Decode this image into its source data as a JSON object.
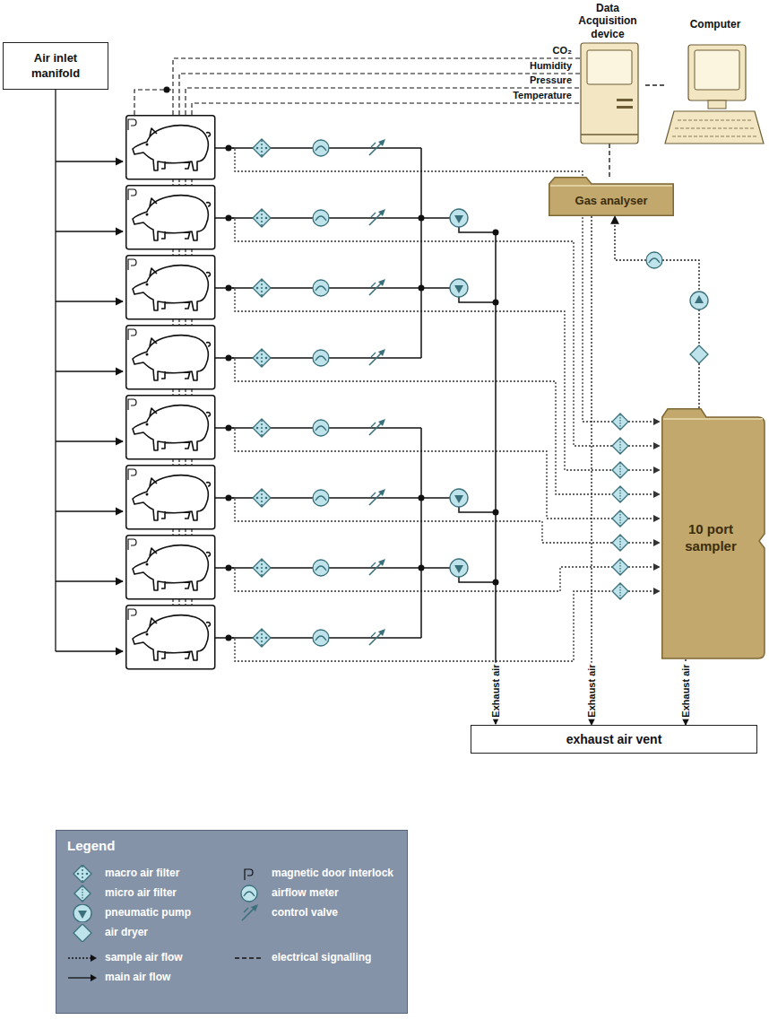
{
  "diagram": {
    "nodes": [
      {
        "text": [
          "Air inlet manifold"
        ]
      },
      {
        "text": [
          "Data Acquisition device"
        ]
      },
      {
        "text": [
          "Computer"
        ]
      },
      {
        "text": [
          "Gas analyser"
        ]
      },
      {
        "text": [
          "10 port sampler"
        ]
      },
      {
        "text": [
          "exhaust air vent"
        ]
      },
      {
        "text": [
          "Legend"
        ]
      }
    ],
    "edges": [
      {
        "from": 1,
        "to": 2,
        "arrow": "none"
      },
      {
        "from": 1,
        "to": 3,
        "arrow": "none"
      },
      {
        "from": 4,
        "to": 3,
        "arrow": "to"
      },
      {
        "from": 3,
        "to": 5,
        "arrow": "to",
        "label": "Exhaust air"
      },
      {
        "from": 4,
        "to": 5,
        "arrow": "to",
        "label": "Exhaust air"
      }
    ],
    "labels": [
      "CO₂",
      "Humidity",
      "Pressure",
      "Temperature",
      "Exhaust air"
    ],
    "legend": [
      {
        "text": "macro air filter"
      },
      {
        "text": "magnetic door interlock"
      },
      {
        "text": "micro air filter"
      },
      {
        "text": "airflow meter"
      },
      {
        "text": "pneumatic pump"
      },
      {
        "text": "control valve"
      },
      {
        "text": "air dryer"
      },
      {
        "text": "sample air flow"
      },
      {
        "text": "electrical signalling"
      },
      {
        "text": "main air flow"
      }
    ]
  }
}
